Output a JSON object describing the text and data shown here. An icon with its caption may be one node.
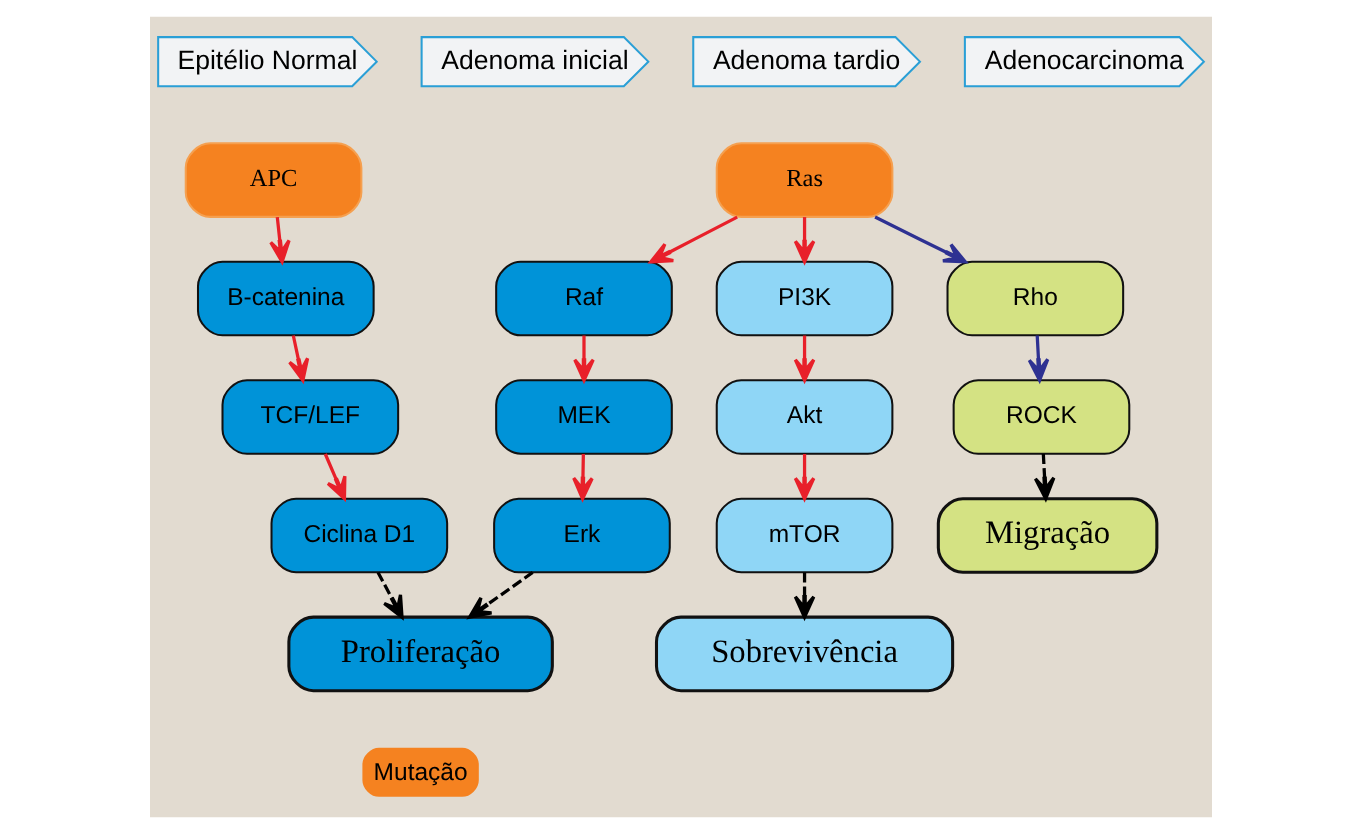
{
  "diagram": {
    "nodes": [
      {
        "text": [
          "Epitélio Normal"
        ]
      },
      {
        "text": [
          "Adenoma inicial"
        ]
      },
      {
        "text": [
          "Adenoma tardio"
        ]
      },
      {
        "text": [
          "Adenocarcinoma"
        ]
      },
      {
        "text": [
          "APC"
        ]
      },
      {
        "text": [
          "Ras"
        ]
      },
      {
        "text": [
          "B-catenina"
        ]
      },
      {
        "text": [
          "Raf"
        ]
      },
      {
        "text": [
          "PI3K"
        ]
      },
      {
        "text": [
          "TCF/LEF"
        ]
      },
      {
        "text": [
          "MEK"
        ]
      },
      {
        "text": [
          "Akt"
        ]
      },
      {
        "text": [
          "Rho"
        ]
      },
      {
        "text": [
          "Ciclina D1"
        ]
      },
      {
        "text": [
          "Erk"
        ]
      },
      {
        "text": [
          "mTOR"
        ]
      },
      {
        "text": [
          "ROCK"
        ]
      },
      {
        "text": [
          "Proliferação"
        ]
      },
      {
        "text": [
          "Sobrevivência"
        ]
      },
      {
        "text": [
          "Migração"
        ]
      }
    ],
    "edges": [
      {
        "from": 4,
        "to": 6,
        "arrow": "to"
      },
      {
        "from": 6,
        "to": 9,
        "arrow": "to"
      },
      {
        "from": 9,
        "to": 13,
        "arrow": "to"
      },
      {
        "from": 5,
        "to": 7,
        "arrow": "to"
      },
      {
        "from": 5,
        "to": 8,
        "arrow": "to"
      },
      {
        "from": 5,
        "to": 12,
        "arrow": "to",
        "color": "#2e3192"
      },
      {
        "from": 7,
        "to": 10,
        "arrow": "to"
      },
      {
        "from": 10,
        "to": 14,
        "arrow": "to"
      },
      {
        "from": 8,
        "to": 11,
        "arrow": "to"
      },
      {
        "from": 11,
        "to": 15,
        "arrow": "to"
      },
      {
        "from": 12,
        "to": 16,
        "arrow": "to",
        "color": "#2e3192"
      },
      {
        "from": 13,
        "to": 17,
        "arrow": "to",
        "style": "dashed",
        "color": "#000000"
      },
      {
        "from": 14,
        "to": 17,
        "arrow": "to",
        "style": "dashed",
        "color": "#000000"
      },
      {
        "from": 15,
        "to": 18,
        "arrow": "to",
        "style": "dashed",
        "color": "#000000"
      },
      {
        "from": 16,
        "to": 19,
        "arrow": "to",
        "style": "dashed",
        "color": "#000000"
      }
    ],
    "legend": [
      {
        "text": "Mutação",
        "color": "#f58220"
      }
    ]
  }
}
